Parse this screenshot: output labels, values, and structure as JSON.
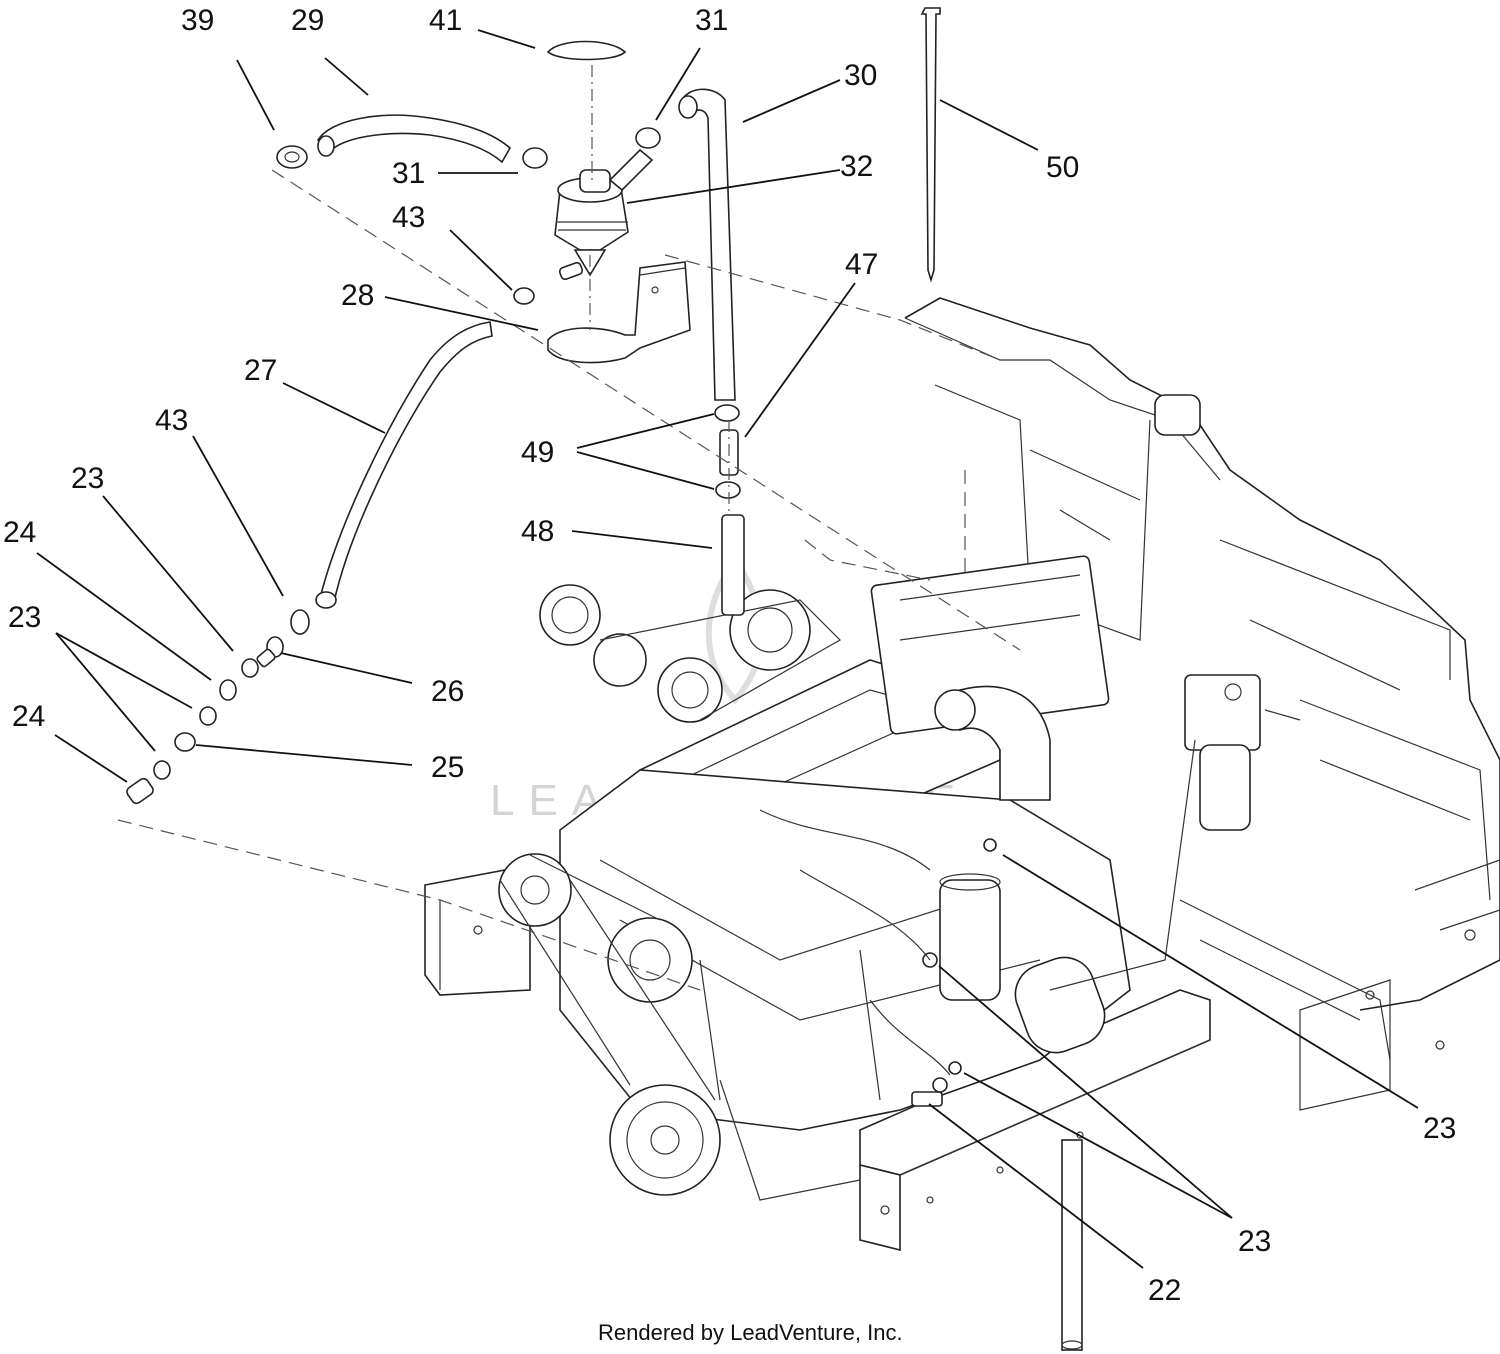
{
  "callouts": [
    {
      "id": "c39",
      "text": "39"
    },
    {
      "id": "c29",
      "text": "29"
    },
    {
      "id": "c41",
      "text": "41"
    },
    {
      "id": "c31a",
      "text": "31"
    },
    {
      "id": "c30",
      "text": "30"
    },
    {
      "id": "c50",
      "text": "50"
    },
    {
      "id": "c31b",
      "text": "31"
    },
    {
      "id": "c32",
      "text": "32"
    },
    {
      "id": "c43a",
      "text": "43"
    },
    {
      "id": "c47",
      "text": "47"
    },
    {
      "id": "c28",
      "text": "28"
    },
    {
      "id": "c27",
      "text": "27"
    },
    {
      "id": "c43b",
      "text": "43"
    },
    {
      "id": "c49",
      "text": "49"
    },
    {
      "id": "c23a",
      "text": "23"
    },
    {
      "id": "c48",
      "text": "48"
    },
    {
      "id": "c24a",
      "text": "24"
    },
    {
      "id": "c23b",
      "text": "23"
    },
    {
      "id": "c26",
      "text": "26"
    },
    {
      "id": "c24b",
      "text": "24"
    },
    {
      "id": "c25",
      "text": "25"
    },
    {
      "id": "c23c",
      "text": "23"
    },
    {
      "id": "c23d",
      "text": "23"
    },
    {
      "id": "c22",
      "text": "22"
    }
  ],
  "watermark": "LEADVENTURE",
  "footer": "Rendered by LeadVenture, Inc."
}
